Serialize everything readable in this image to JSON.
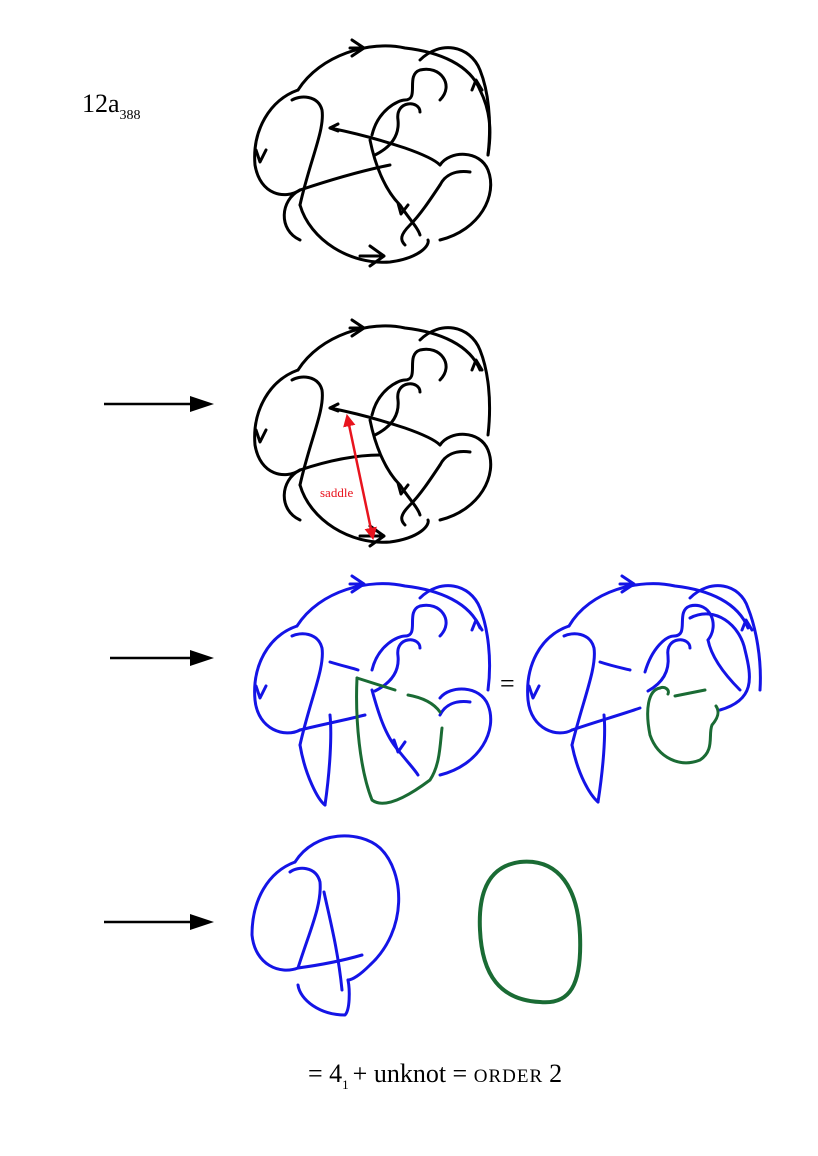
{
  "knot_label": {
    "main": "12a",
    "subscript": "388"
  },
  "saddle_label": "saddle",
  "equals_sign": "=",
  "result": {
    "prefix": "= 4",
    "subscript": "1",
    "middle": "+ unknot = ",
    "order_word": "ORDER",
    "order_number": "2"
  },
  "colors": {
    "knot_black": "#000000",
    "knot_blue": "#1414e6",
    "component_green": "#1a6b34",
    "saddle_red": "#e8141e"
  }
}
